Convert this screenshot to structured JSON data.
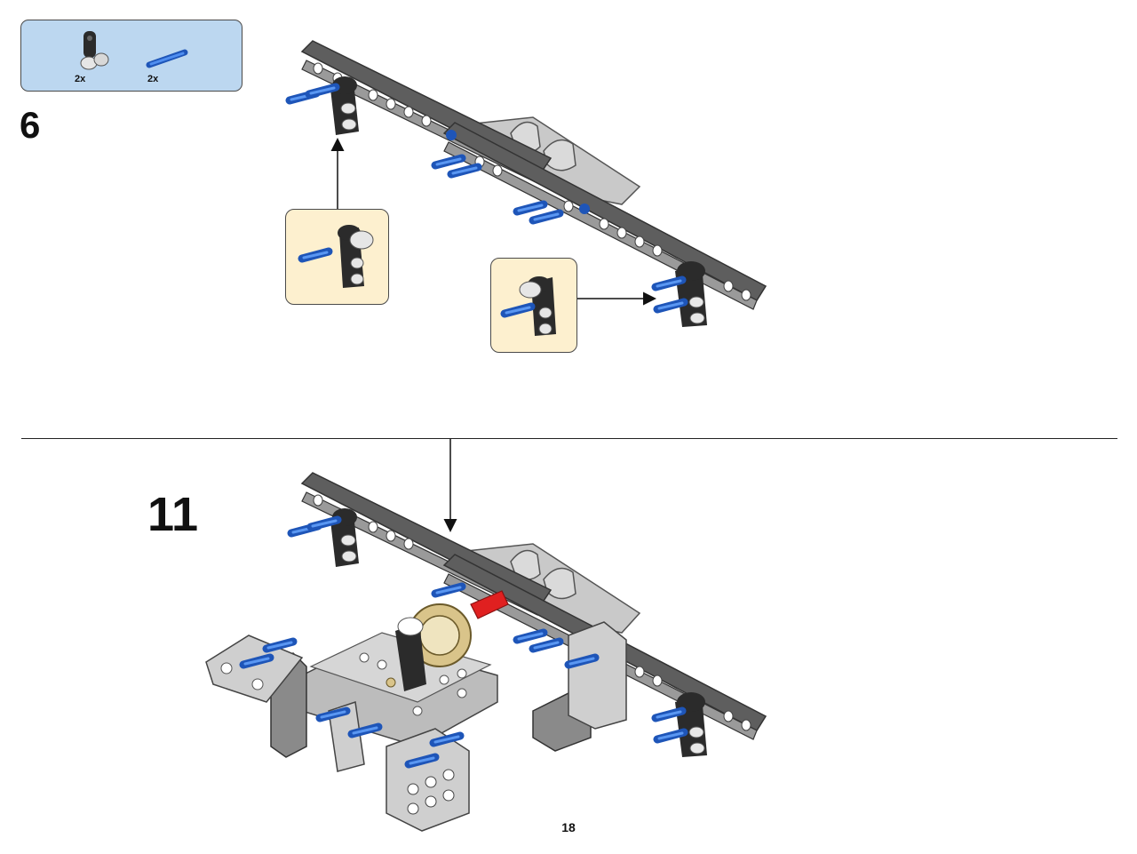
{
  "parts_list": {
    "items": [
      {
        "name": "axle-pin-connector-icon",
        "quantity": "2x"
      },
      {
        "name": "blue-axle-pin-icon",
        "quantity": "2x"
      }
    ]
  },
  "steps": {
    "upper": {
      "number": "6"
    },
    "lower": {
      "number": "11"
    }
  },
  "page": {
    "number": "18"
  },
  "colors": {
    "parts_box_bg": "#bcd7f0",
    "callout_bg": "#fdf0cf",
    "beam_dark": "#5a5a5a",
    "beam_light": "#c8c8c8",
    "pin_blue": "#2e6fd8",
    "axle_red": "#e02020",
    "gear_tan": "#d9c48a"
  }
}
